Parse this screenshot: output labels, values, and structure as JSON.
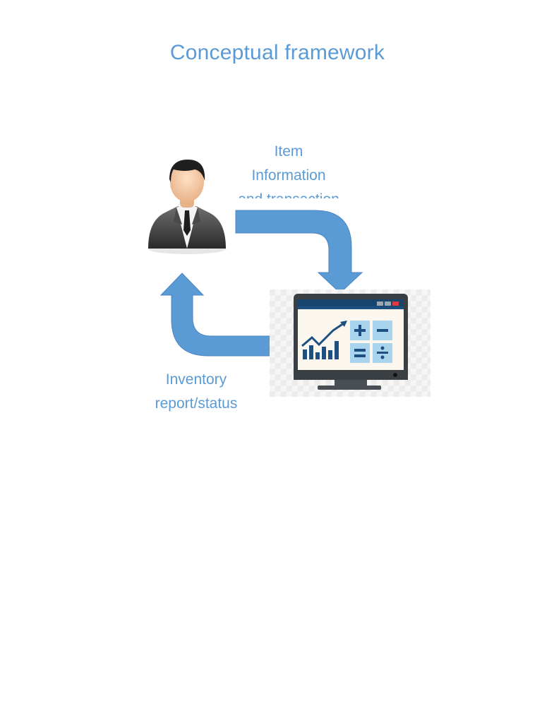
{
  "title": "Conceptual framework",
  "flow_top": {
    "line1": "Item",
    "line2": "Information",
    "line3": "and transaction"
  },
  "flow_bottom": {
    "line1": "Inventory",
    "line2": "report/status"
  },
  "nodes": {
    "user": "person-icon",
    "system": "computer-monitor-icon"
  },
  "colors": {
    "accent": "#5b9bd5",
    "arrow": "#5b9bd5",
    "arrow_edge": "#4a86c5"
  }
}
